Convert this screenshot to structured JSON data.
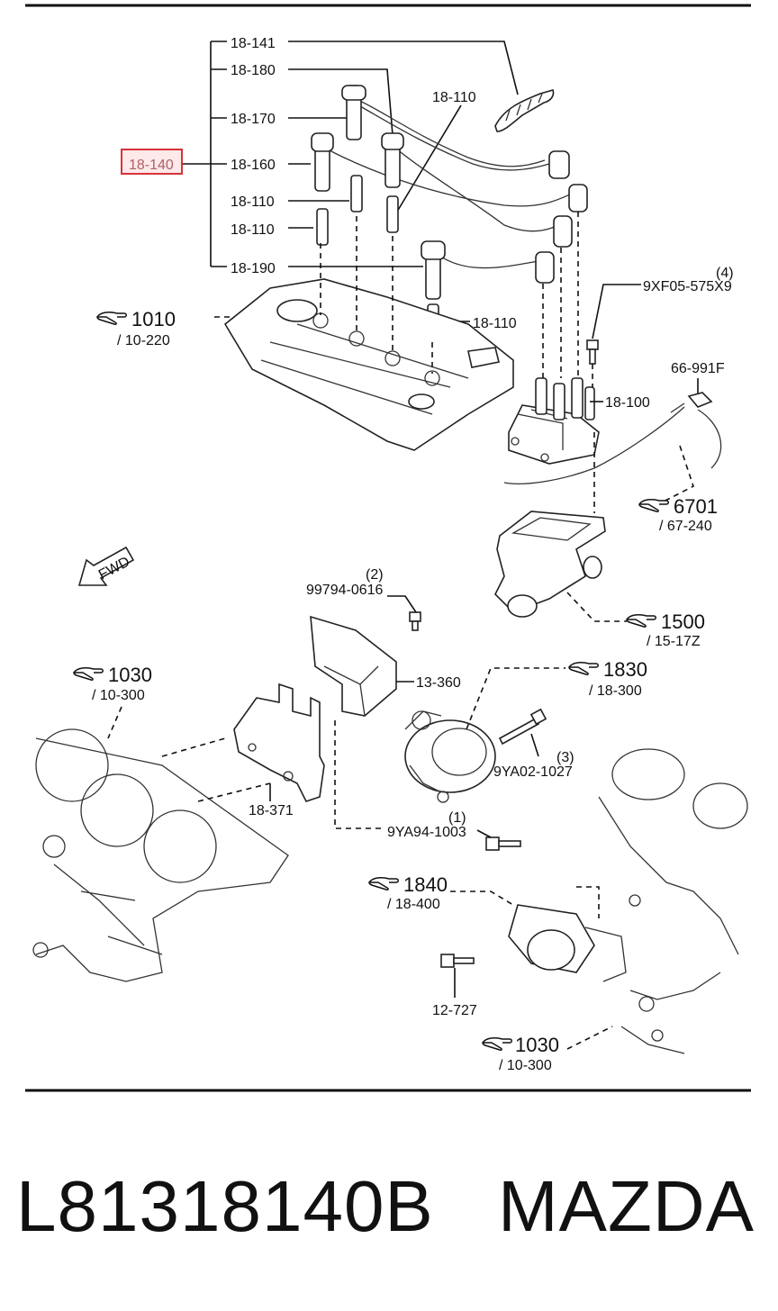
{
  "diagram": {
    "callouts": {
      "c18_141": "18-141",
      "c18_180": "18-180",
      "c18_170": "18-170",
      "c18_160": "18-160",
      "c18_110_a": "18-110",
      "c18_110_b": "18-110",
      "c18_110_c": "18-110",
      "c18_110_d": "18-110",
      "c18_190": "18-190",
      "c18_100": "18-100",
      "c18_140": "18-140",
      "c9xf05": "9XF05-575X9",
      "q9xf05": "(4)",
      "c66_991f": "66-991F",
      "c99794": "99794-0616",
      "q99794": "(2)",
      "c13_360": "13-360",
      "c18_371": "18-371",
      "c9ya02": "9YA02-1027",
      "q9ya02": "(3)",
      "c9ya94": "9YA94-1003",
      "q9ya94": "(1)",
      "c12_727": "12-727",
      "fwd": "FWD"
    },
    "refs": {
      "r1010": {
        "num": "1010",
        "sub": "/ 10-220"
      },
      "r6701": {
        "num": "6701",
        "sub": "/ 67-240"
      },
      "r1500": {
        "num": "1500",
        "sub": "/ 15-17Z"
      },
      "r1030a": {
        "num": "1030",
        "sub": "/ 10-300"
      },
      "r1830": {
        "num": "1830",
        "sub": "/ 18-300"
      },
      "r1840": {
        "num": "1840",
        "sub": "/ 18-400"
      },
      "r1030b": {
        "num": "1030",
        "sub": "/ 10-300"
      }
    },
    "highlight_color": "#d8323c",
    "ref_icon": "pointing-hand-icon"
  },
  "footer": {
    "part_number": "L81318140B",
    "brand": "MAZDA"
  }
}
